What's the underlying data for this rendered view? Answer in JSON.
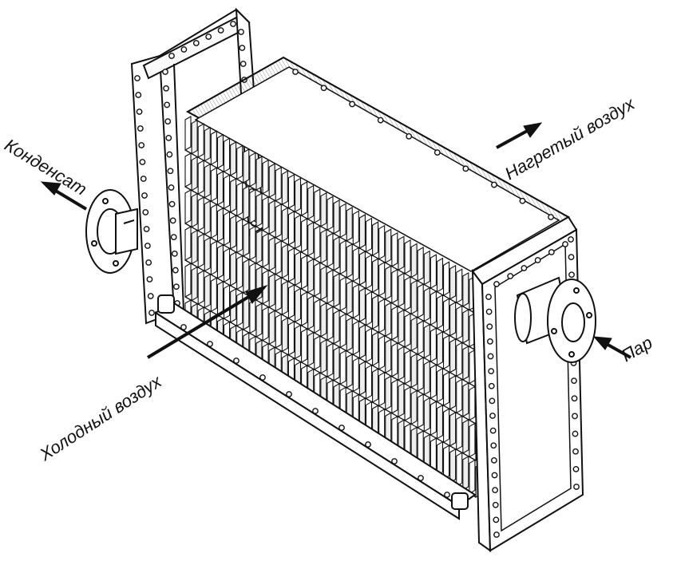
{
  "labels": {
    "condensate": "Конденсат",
    "heated_air": "Нагретый воздух",
    "steam": "Пар",
    "cold_air": "Холодный воздух"
  },
  "colors": {
    "ink": "#111111",
    "paper": "#ffffff",
    "shade": "#d9d9d9"
  },
  "icons": {
    "condensate_arrow": "arrow-left-up-icon",
    "heated_air_arrow": "arrow-right-up-icon",
    "steam_arrow": "arrow-left-up-icon",
    "cold_air_arrow": "arrow-right-up-icon"
  }
}
